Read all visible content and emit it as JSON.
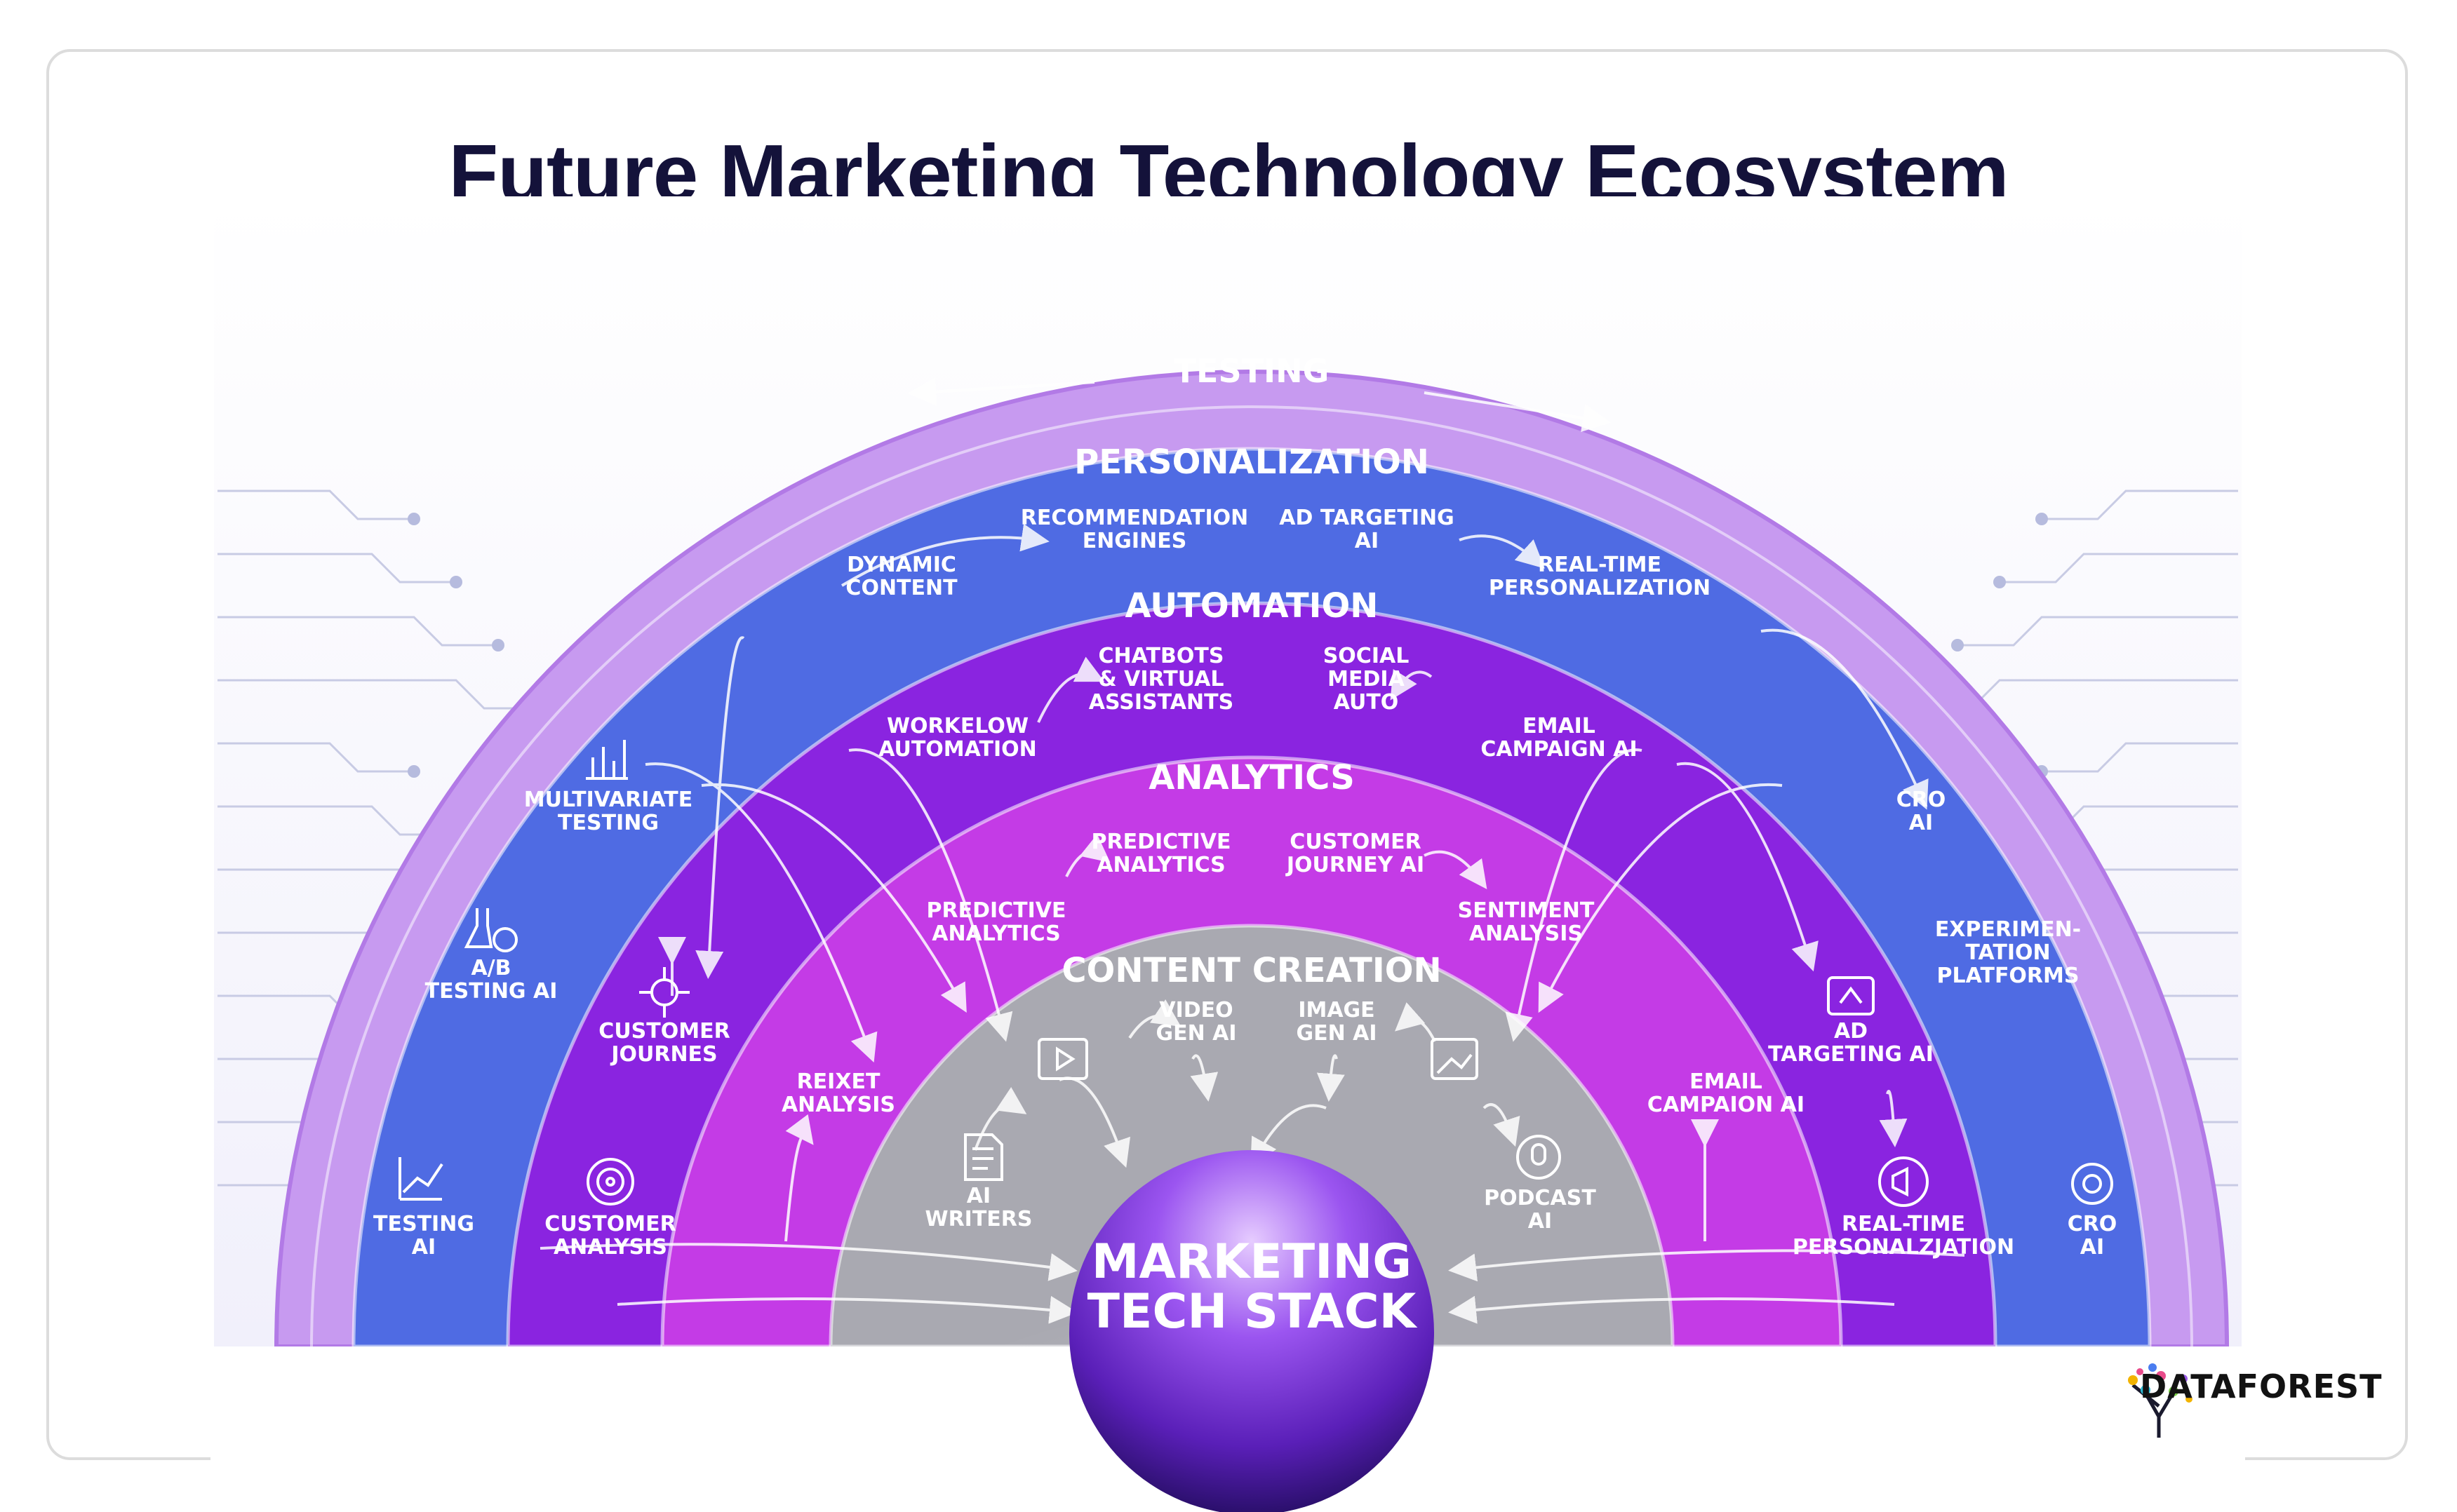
{
  "title": "Future Marketing Technology Ecosystem",
  "brand": "DATAFOREST",
  "center": {
    "line1": "MARKETING",
    "line2": "TECH STACK"
  },
  "rings": [
    {
      "name": "TESTING",
      "color": "#c79af0"
    },
    {
      "name": "PERSONALIZATION",
      "color": "#4f6be3"
    },
    {
      "name": "AUTOMATION",
      "color": "#8a24e0"
    },
    {
      "name": "ANALYTICS",
      "color": "#c43be6"
    },
    {
      "name": "CONTENT CREATION",
      "color": "#a9a9b1"
    }
  ],
  "labels": {
    "testing": [
      {
        "lines": [
          "TESTING",
          "AI"
        ],
        "icon": "chart-icon"
      },
      {
        "lines": [
          "A/B",
          "TESTING AI"
        ],
        "icon": "flask-icon"
      },
      {
        "lines": [
          "MULTIVARIATE",
          "TESTING"
        ],
        "icon": "bar-chart-icon"
      },
      {
        "lines": [
          "EXPERIMEN-",
          "TATION",
          "PLATFORMS"
        ],
        "icon": ""
      },
      {
        "lines": [
          "CRO",
          "AI"
        ],
        "icon": "gear-icon"
      }
    ],
    "personalization": [
      {
        "lines": [
          "CUSTOMER",
          "JOURNES"
        ],
        "icon": "network-icon"
      },
      {
        "lines": [
          "CUSTOMER",
          "ANALYSIS"
        ],
        "icon": "target-icon"
      },
      {
        "lines": [
          "DYNAMIC",
          "CONTENT"
        ],
        "icon": ""
      },
      {
        "lines": [
          "RECOMMENDATION",
          "ENGINES"
        ],
        "icon": ""
      },
      {
        "lines": [
          "AD TARGETING",
          "AI"
        ],
        "icon": ""
      },
      {
        "lines": [
          "REAL-TIME",
          "PERSONALIZATION"
        ],
        "icon": ""
      },
      {
        "lines": [
          "CRO",
          "AI"
        ],
        "icon": ""
      },
      {
        "lines": [
          "AD",
          "TARGETING AI"
        ],
        "icon": "ad-icon"
      },
      {
        "lines": [
          "REAL-TIME",
          "PERSONALZJATION"
        ],
        "icon": "megaphone-icon"
      }
    ],
    "automation": [
      {
        "lines": [
          "WORKELOW",
          "AUTOMATION"
        ],
        "icon": ""
      },
      {
        "lines": [
          "CHATBOTS",
          "& VIRTUAL",
          "ASSISTANTS"
        ],
        "icon": ""
      },
      {
        "lines": [
          "SOCIAL",
          "MEDIA",
          "AUTO"
        ],
        "icon": ""
      },
      {
        "lines": [
          "EMAIL",
          "CAMPAIGN AI"
        ],
        "icon": ""
      },
      {
        "lines": [
          "EMAIL",
          "CAMPAION AI"
        ],
        "icon": ""
      }
    ],
    "analytics": [
      {
        "lines": [
          "PREDICTIVE",
          "ANALYTICS"
        ],
        "icon": ""
      },
      {
        "lines": [
          "PREDICTIVE",
          "ANALYTICS"
        ],
        "icon": ""
      },
      {
        "lines": [
          "CUSTOMER",
          "JOURNEY AI"
        ],
        "icon": ""
      },
      {
        "lines": [
          "SENTIMENT",
          "ANALYSIS"
        ],
        "icon": ""
      },
      {
        "lines": [
          "REIXET",
          "ANALYSIS"
        ],
        "icon": ""
      }
    ],
    "content": [
      {
        "lines": [
          "AI",
          "WRITERS"
        ],
        "icon": "document-icon"
      },
      {
        "lines": [
          "VIDEO",
          "GEN AI"
        ],
        "icon": "video-icon"
      },
      {
        "lines": [
          "IMAGE",
          "GEN AI"
        ],
        "icon": "image-icon"
      },
      {
        "lines": [
          "PODCAST",
          "AI"
        ],
        "icon": "microphone-icon"
      }
    ]
  }
}
